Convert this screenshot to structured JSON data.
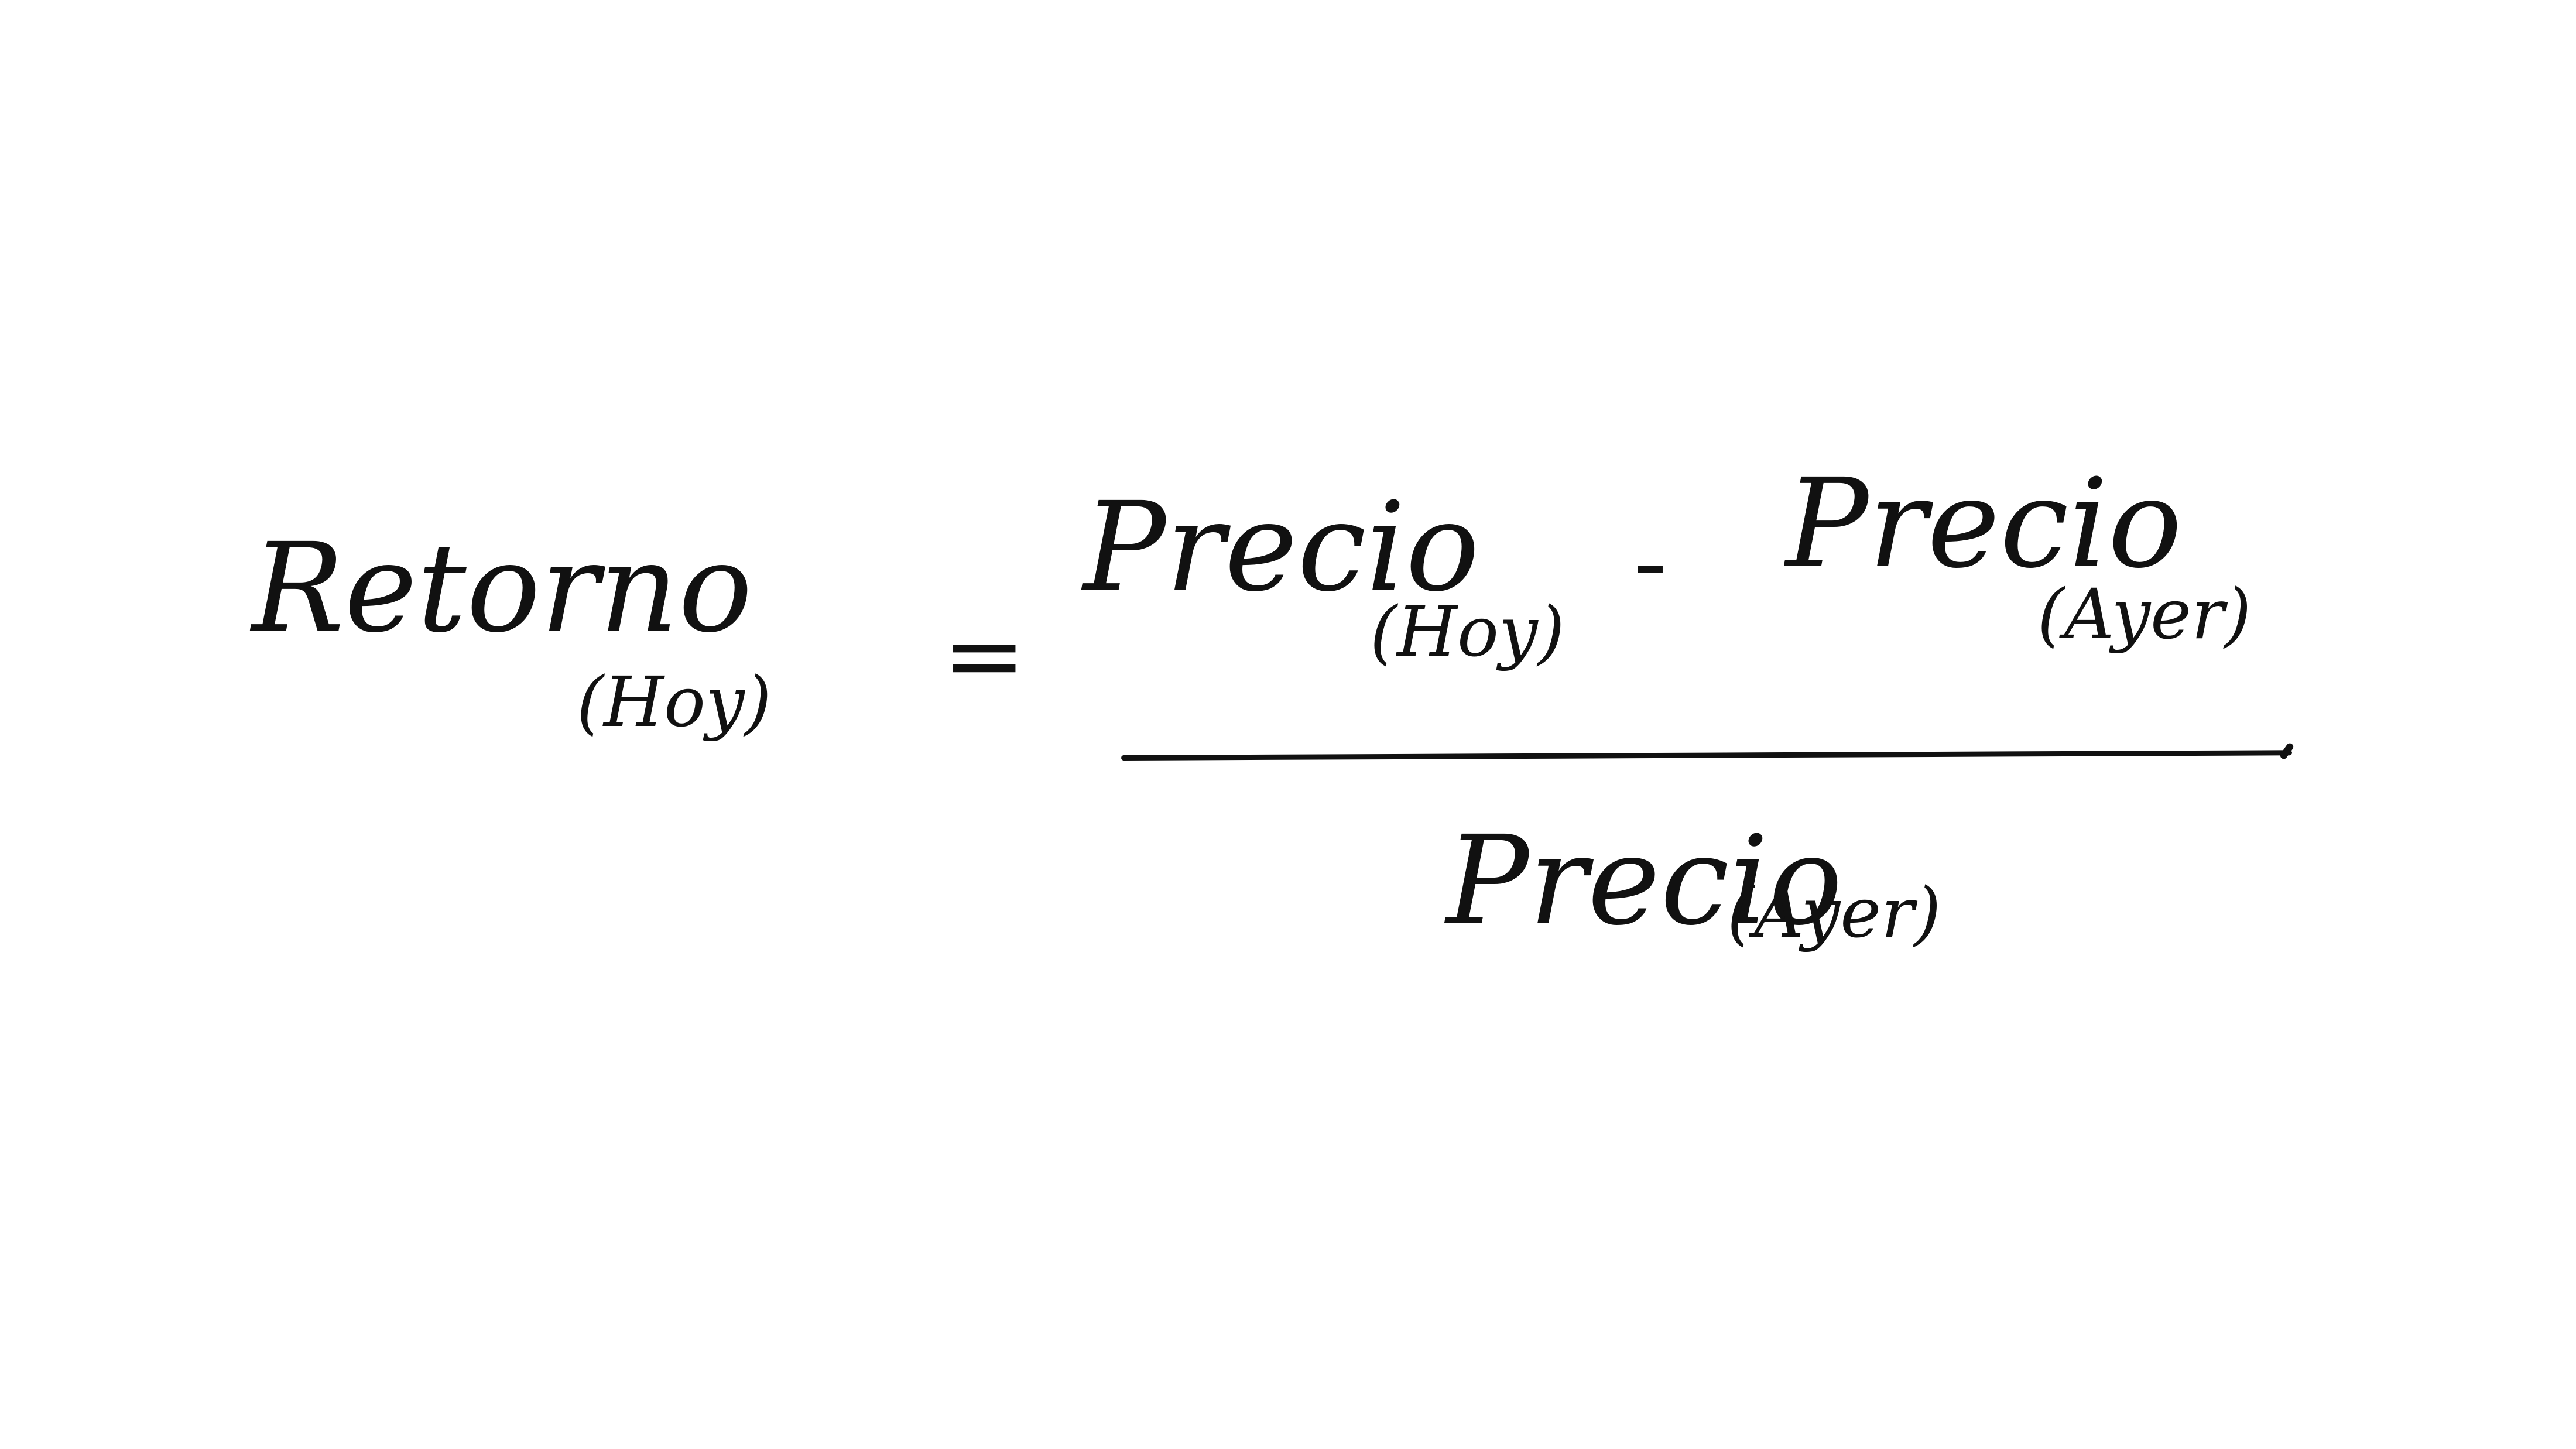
{
  "equation": {
    "lhs": {
      "term": "Retorno",
      "subscript": "(Hoy)"
    },
    "equals": "=",
    "numerator": {
      "term1": "Precio",
      "term1_subscript": "(Hoy)",
      "minus": "-",
      "term2": "Precio",
      "term2_subscript": "(Ayer)"
    },
    "denominator": {
      "term": "Precio",
      "subscript": "(Ayer)"
    }
  },
  "colors": {
    "ink": "#111111",
    "background": "#ffffff"
  }
}
